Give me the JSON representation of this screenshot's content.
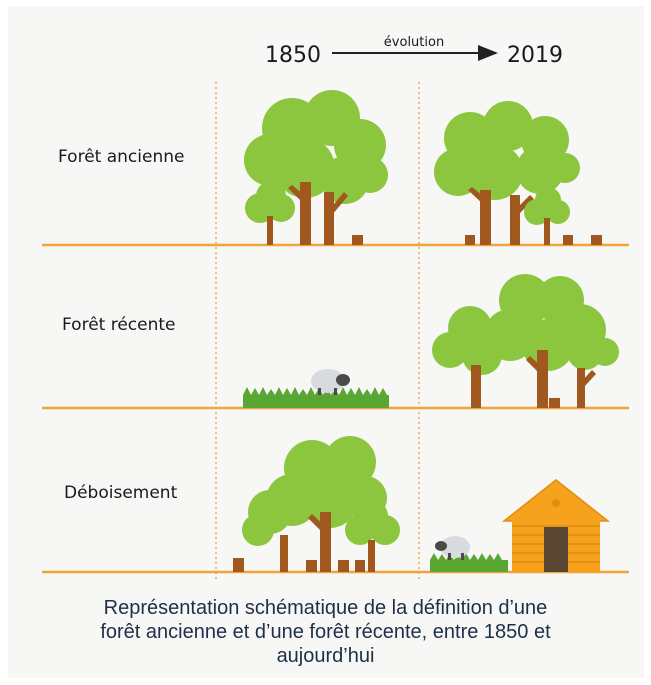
{
  "timeline": {
    "start_year": "1850",
    "arrow_label": "évolution",
    "end_year": "2019"
  },
  "rows": [
    {
      "label": "Forêt ancienne"
    },
    {
      "label": "Forêt récente"
    },
    {
      "label": "Déboisement"
    }
  ],
  "caption": [
    "Représentation schématique de la définition d’une",
    "forêt ancienne et d’une forêt récente, entre 1850 et",
    "aujourd’hui"
  ],
  "colors": {
    "foliage": "#8cc63f",
    "trunk": "#a0581e",
    "ground": "#f2a33a",
    "divider": "#f0a850",
    "grass": "#5aa632",
    "cabin": "#f6a21c",
    "caption": "#1f2f4a"
  }
}
